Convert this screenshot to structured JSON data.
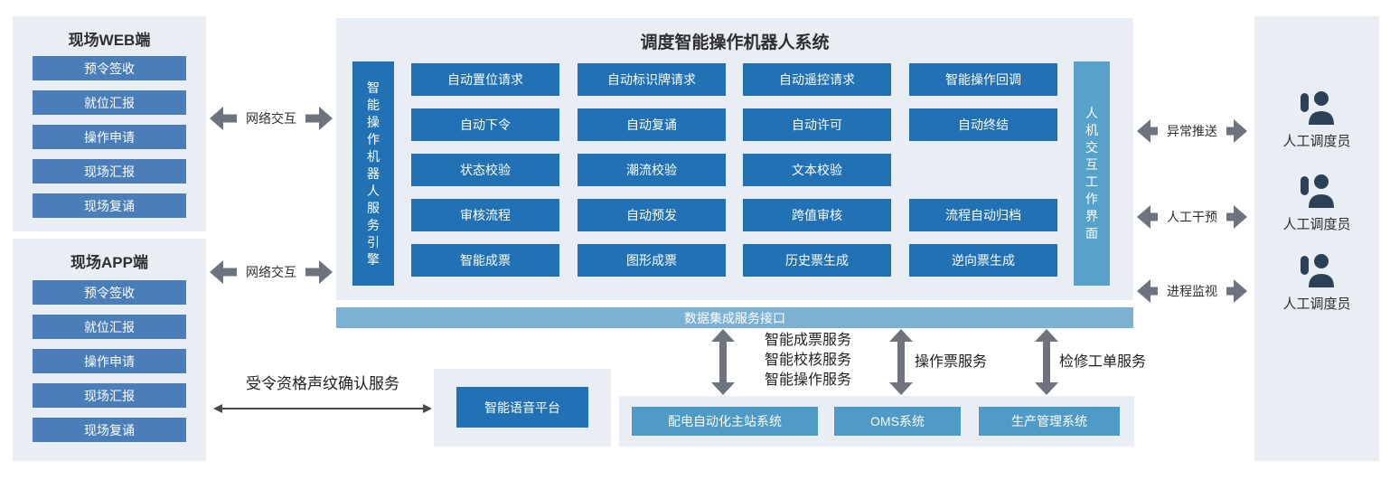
{
  "colors": {
    "panel_bg": "#e9eef5",
    "primary_blue": "#2171b4",
    "left_item_blue": "#4b7eb8",
    "system_blue": "#4f9ac6",
    "hmi_blue": "#58a1cb",
    "databar_blue": "#7db1d3",
    "arrow_gray": "#6d7480",
    "person_navy": "#2a4158"
  },
  "left": {
    "web": {
      "title": "现场WEB端",
      "items": [
        "预令签收",
        "就位汇报",
        "操作申请",
        "现场汇报",
        "现场复诵"
      ]
    },
    "app": {
      "title": "现场APP端",
      "items": [
        "预令签收",
        "就位汇报",
        "操作申请",
        "现场汇报",
        "现场复诵"
      ]
    }
  },
  "network": {
    "label1": "网络交互",
    "label2": "网络交互"
  },
  "main": {
    "title": "调度智能操作机器人系统",
    "engine_bar": "智能操作机器人服务引擎",
    "hmi_bar": "人机交互工作界面",
    "grid": [
      [
        "自动置位请求",
        "自动标识牌请求",
        "自动遥控请求",
        "智能操作回调"
      ],
      [
        "自动下令",
        "自动复诵",
        "自动许可",
        "自动终结"
      ],
      [
        "状态校验",
        "潮流校验",
        "文本校验"
      ],
      [
        "审核流程",
        "自动预发",
        "跨值审核",
        "流程自动归档"
      ],
      [
        "智能成票",
        "图形成票",
        "历史票生成",
        "逆向票生成"
      ]
    ]
  },
  "data_bar": {
    "label": "数据集成服务接口"
  },
  "services": {
    "group1": [
      "智能成票服务",
      "智能校核服务",
      "智能操作服务"
    ],
    "group2": "操作票服务",
    "group3": "检修工单服务"
  },
  "systems": {
    "items": [
      "配电自动化主站系统",
      "OMS系统",
      "生产管理系统"
    ]
  },
  "voice": {
    "platform": "智能语音平台",
    "service_label": "受令资格声纹确认服务"
  },
  "right": {
    "arrows": [
      "异常推送",
      "人工干预",
      "进程监视"
    ],
    "dispatchers": [
      "人工调度员",
      "人工调度员",
      "人工调度员"
    ]
  }
}
